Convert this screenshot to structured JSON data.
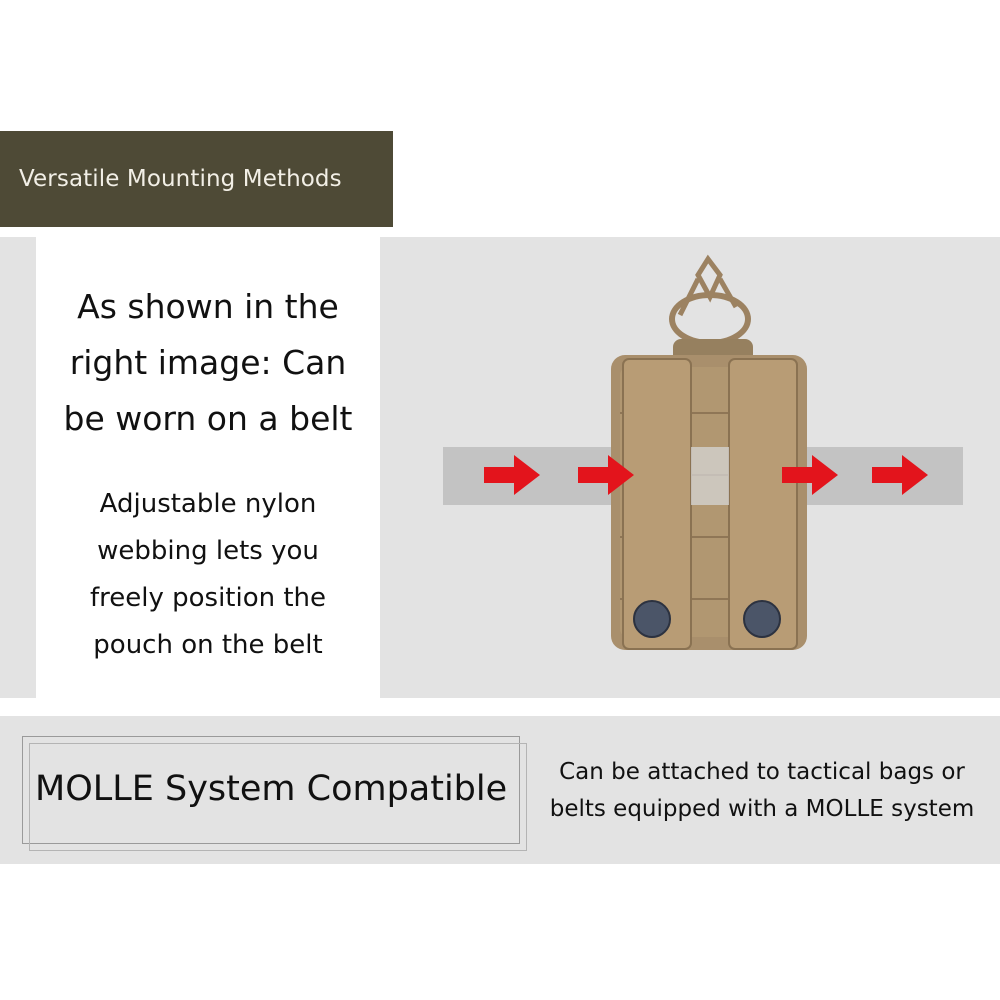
{
  "header": {
    "title": "Versatile Mounting Methods"
  },
  "belt_section": {
    "heading_lines": [
      "As shown in the",
      "right image: Can",
      "be worn on a belt"
    ],
    "body_lines": [
      "Adjustable nylon",
      "webbing lets you",
      "freely position the",
      "pouch on the belt"
    ]
  },
  "molle_section": {
    "title": "MOLLE System Compatible",
    "desc_lines": [
      "Can be attached to tactical bags or",
      "belts equipped with a MOLLE system"
    ]
  },
  "colors": {
    "banner": "#4e4a36",
    "arrow": "#e3141c",
    "pouch": "#a98f6c",
    "band": "#e3e3e3"
  }
}
